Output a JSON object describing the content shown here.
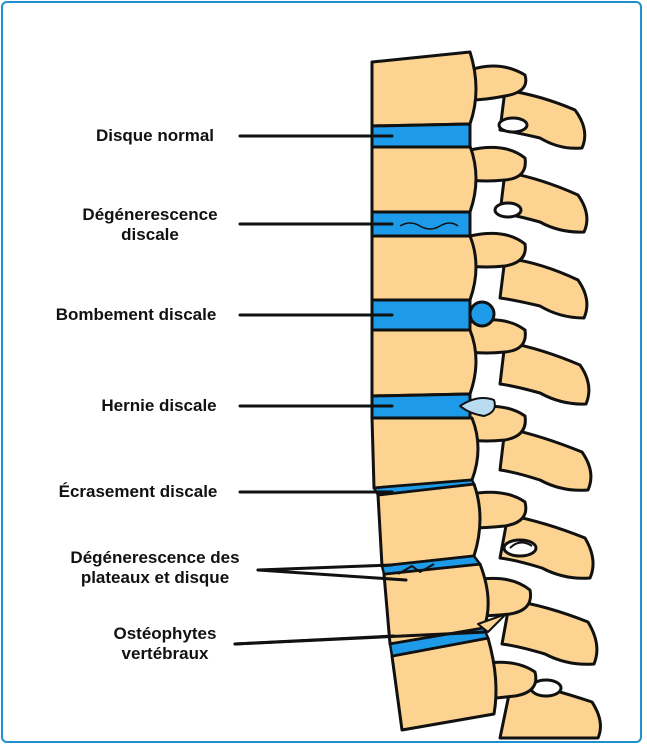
{
  "colors": {
    "frame": "#1f8fce",
    "bone": "#fcd390",
    "outline": "#111111",
    "disc": "#1d9be8",
    "herniation_fragment": "#b9dcf0"
  },
  "labels": {
    "normal_disc": [
      "Disque normal"
    ],
    "disc_degeneration": [
      "Dégénerescence",
      "discale"
    ],
    "disc_bulge": [
      "Bombement discale"
    ],
    "disc_herniation": [
      "Hernie discale"
    ],
    "disc_collapse": [
      "Écrasement discale"
    ],
    "endplate_degeneration": [
      "Dégénerescence des",
      "plateaux et disque"
    ],
    "osteophytes": [
      "Ostéophytes",
      "vertébraux"
    ]
  }
}
